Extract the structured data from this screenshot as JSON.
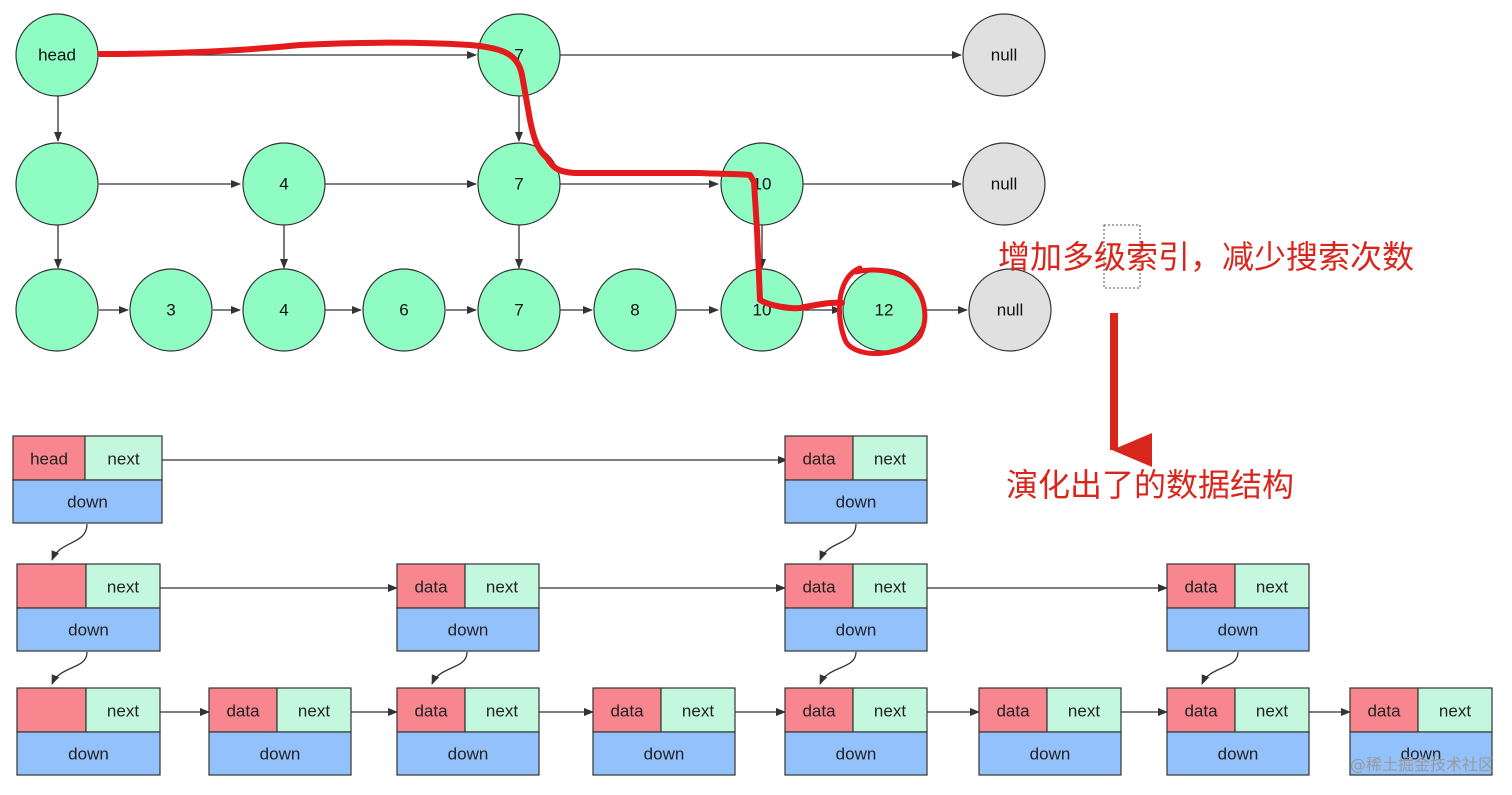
{
  "skiplist": {
    "levels": [
      {
        "nodes": [
          "head",
          "7",
          "null"
        ]
      },
      {
        "nodes": [
          "",
          "4",
          "7",
          "10",
          "null"
        ]
      },
      {
        "nodes": [
          "",
          "3",
          "4",
          "6",
          "7",
          "8",
          "10",
          "12",
          "null"
        ]
      }
    ],
    "node_color": "#8ffcc3",
    "null_color": "#e0e0e0",
    "search_path_color": "#e41a1c",
    "highlighted_node": "12"
  },
  "annotations": {
    "multi_level_index": "增加多级索引，减少搜索次数",
    "evolved_structure": "演化出了的数据结构"
  },
  "struct_diagram": {
    "labels": {
      "head": "head",
      "data": "data",
      "next": "next",
      "down": "down"
    },
    "colors": {
      "data": "#f7868e",
      "next": "#c3f8de",
      "down": "#92c1fb"
    }
  },
  "watermark": "@稀土掘金技术社区"
}
